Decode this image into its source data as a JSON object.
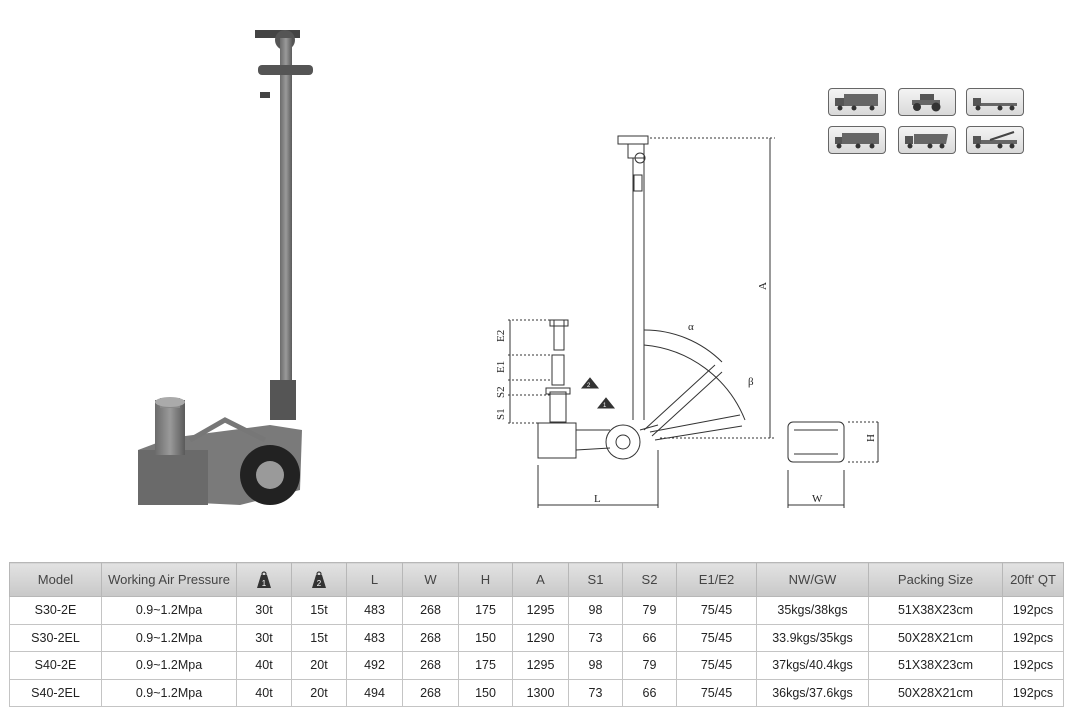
{
  "drawing": {
    "labels": {
      "a": "A",
      "l": "L",
      "w": "W",
      "h": "H",
      "s1": "S1",
      "s2": "S2",
      "e1": "E1",
      "e2": "E2",
      "alpha": "α",
      "beta": "β",
      "stage1": "1",
      "stage2": "2"
    }
  },
  "icons": [
    "truck-icon",
    "tractor-icon",
    "flatbed-trailer-icon",
    "box-truck-icon",
    "dump-truck-icon",
    "crane-truck-icon"
  ],
  "table": {
    "headers": {
      "model": "Model",
      "pressure": "Working Air Pressure",
      "capacity1": "1",
      "capacity2": "2",
      "l": "L",
      "w": "W",
      "h": "H",
      "a": "A",
      "s1": "S1",
      "s2": "S2",
      "e": "E1/E2",
      "weight": "NW/GW",
      "packing": "Packing Size",
      "qty": "20ft' QT"
    },
    "rows": [
      {
        "model": "S30-2E",
        "pressure": "0.9~1.2Mpa",
        "c1": "30t",
        "c2": "15t",
        "l": "483",
        "w": "268",
        "h": "175",
        "a": "1295",
        "s1": "98",
        "s2": "79",
        "e": "75/45",
        "weight": "35kgs/38kgs",
        "packing": "51X38X23cm",
        "qty": "192pcs"
      },
      {
        "model": "S30-2EL",
        "pressure": "0.9~1.2Mpa",
        "c1": "30t",
        "c2": "15t",
        "l": "483",
        "w": "268",
        "h": "150",
        "a": "1290",
        "s1": "73",
        "s2": "66",
        "e": "75/45",
        "weight": "33.9kgs/35kgs",
        "packing": "50X28X21cm",
        "qty": "192pcs"
      },
      {
        "model": "S40-2E",
        "pressure": "0.9~1.2Mpa",
        "c1": "40t",
        "c2": "20t",
        "l": "492",
        "w": "268",
        "h": "175",
        "a": "1295",
        "s1": "98",
        "s2": "79",
        "e": "75/45",
        "weight": "37kgs/40.4kgs",
        "packing": "51X38X23cm",
        "qty": "192pcs"
      },
      {
        "model": "S40-2EL",
        "pressure": "0.9~1.2Mpa",
        "c1": "40t",
        "c2": "20t",
        "l": "494",
        "w": "268",
        "h": "150",
        "a": "1300",
        "s1": "73",
        "s2": "66",
        "e": "75/45",
        "weight": "36kgs/37.6kgs",
        "packing": "50X28X21cm",
        "qty": "192pcs"
      }
    ]
  }
}
